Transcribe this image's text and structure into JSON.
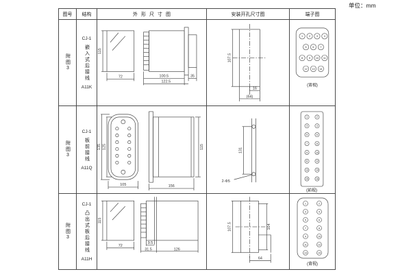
{
  "page": {
    "unit": "单位：mm"
  },
  "headers": {
    "fig": "图号",
    "structure": "结构",
    "outline": "外形尺寸图",
    "mounting": "安装开孔尺寸图",
    "terminal": "端子图"
  },
  "rows": [
    {
      "fig": "附图3",
      "model": "CJ-1",
      "mount_type": "嵌入式后接线",
      "code": "A11K",
      "view_label": "(背视)",
      "dims": {
        "h": "115",
        "w": "72",
        "d1": "100.5",
        "d2": "122.5",
        "d3": "35"
      },
      "mount": {
        "h": "107.5",
        "s": "16",
        "w": "(64)"
      }
    },
    {
      "fig": "附图3",
      "model": "CJ-1",
      "mount_type": "板前接线",
      "code": "A11Q",
      "view_label": "(前视)",
      "dims": {
        "h1": "135",
        "h2": "125",
        "w": "105",
        "l": "156",
        "h3": "115"
      },
      "mount": {
        "h": "131",
        "holes": "2-Φ5"
      }
    },
    {
      "fig": "附图3",
      "model": "CJ-1",
      "mount_type": "凸出式板后接线",
      "code": "A11H",
      "view_label": "(背视)",
      "dims": {
        "h": "115",
        "w": "72",
        "d1": "9.5",
        "d2": "31.5",
        "d3": "126"
      },
      "mount": {
        "h1": "107.5",
        "h2": "104",
        "w": "64"
      }
    }
  ],
  "terminals": {
    "t14": [
      "1",
      "2",
      "3",
      "4",
      "5",
      "6",
      "7",
      "8",
      "9",
      "10",
      "11",
      "12",
      "13",
      "14"
    ],
    "t16": [
      "1",
      "2",
      "3",
      "4",
      "5",
      "6",
      "7",
      "8",
      "9",
      "10",
      "11",
      "12",
      "13",
      "14",
      "15",
      "16"
    ]
  }
}
